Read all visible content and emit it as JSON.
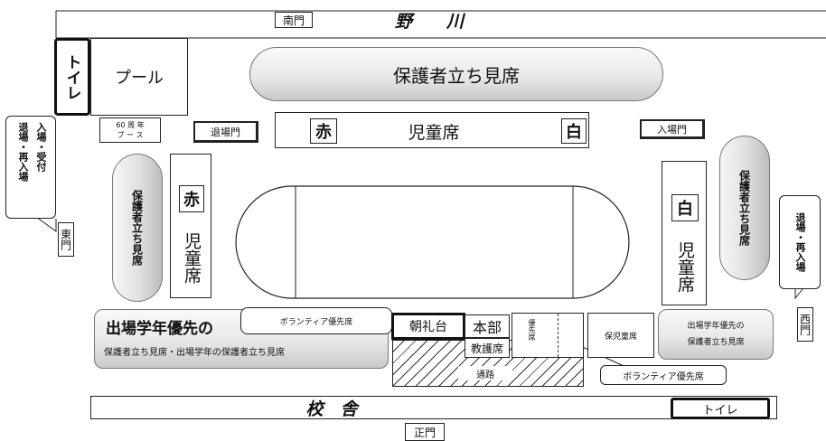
{
  "labels": {
    "south_gate": "南門",
    "river": "野　　川",
    "toilet_top": "トイレ",
    "pool": "プール",
    "parent_standing_top": "保護者立ち見席",
    "anniversary_booth": "60 周 年\nブ ー ス",
    "exit_gate": "退場門",
    "entry_gate": "入場門",
    "red": "赤",
    "white": "白",
    "children_seats": "児童席",
    "exit_reentry_left": "退場・再入場",
    "entry_reception": "入場・受付",
    "east_gate": "東門",
    "parent_standing_left": "保護者立ち見席",
    "children_seats_left": "児童席",
    "parent_standing_right": "保護者立ち見席",
    "children_seats_right": "児童席",
    "exit_reentry_right": "退場・再入場",
    "west_gate": "西門",
    "priority_title": "出場学年優先の",
    "volunteer_priority_left": "ボランティア優先席",
    "priority_sub": "保護者立ち見席・出場学年の保護者立ち見席",
    "assembly_stand": "朝礼台",
    "headquarters": "本部",
    "teacher_seats": "教護席",
    "priority_seats_small": "優先席",
    "guardian_seats": "保児童席",
    "right_priority": "出場学年優先の\n保護者立ち見席",
    "road": "通路",
    "volunteer_priority_right": "ボランティア優先席",
    "school_building": "校　舎",
    "toilet_bottom": "トイレ",
    "main_gate": "正門"
  }
}
